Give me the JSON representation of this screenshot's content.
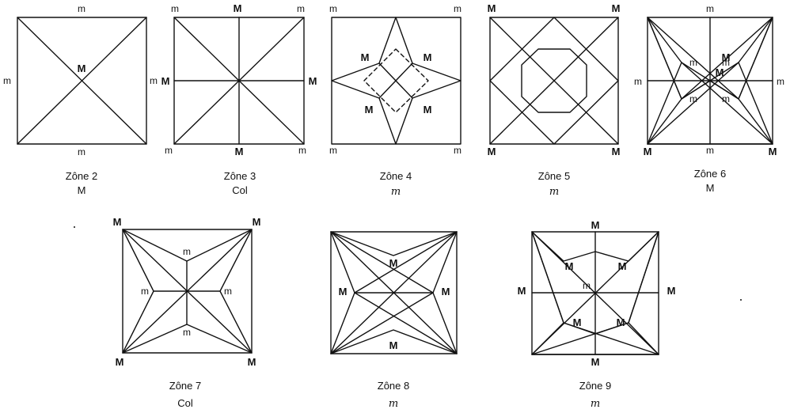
{
  "zones": [
    {
      "id": "z2",
      "caption": "Zône 2",
      "type_label": "M",
      "type_italic": false,
      "labels": [
        "m",
        "m",
        "m",
        "m",
        "M"
      ]
    },
    {
      "id": "z3",
      "caption": "Zône 3",
      "type_label": "Col",
      "type_italic": false,
      "labels": [
        "m",
        "M",
        "m",
        "M",
        "M",
        "m",
        "M",
        "m"
      ]
    },
    {
      "id": "z4",
      "caption": "Zône 4",
      "type_label": "m",
      "type_italic": true,
      "labels": [
        "m",
        "m",
        "m",
        "m",
        "M",
        "M",
        "M",
        "M"
      ]
    },
    {
      "id": "z5",
      "caption": "Zône 5",
      "type_label": "m",
      "type_italic": true,
      "labels": [
        "M",
        "M",
        "M",
        "M"
      ]
    },
    {
      "id": "z6",
      "caption": "Zône 6",
      "type_label": "M",
      "type_italic": false,
      "labels": [
        "m",
        "m",
        "m",
        "M",
        "M",
        "m",
        "m",
        "m",
        "m",
        "M",
        "m",
        "M"
      ]
    },
    {
      "id": "z7",
      "caption": "Zône 7",
      "type_label": "Col",
      "type_italic": false,
      "labels": [
        "M",
        "M",
        "m",
        "m",
        "m",
        "m",
        "M",
        "M"
      ]
    },
    {
      "id": "z8",
      "caption": "Zône 8",
      "type_label": "m",
      "type_italic": true,
      "labels": [
        "M",
        "M",
        "M",
        "M"
      ]
    },
    {
      "id": "z9",
      "caption": "Zône 9",
      "type_label": "m",
      "type_italic": true,
      "labels": [
        "M",
        "M",
        "M",
        "m",
        "M",
        "M",
        "M",
        "M"
      ]
    }
  ]
}
